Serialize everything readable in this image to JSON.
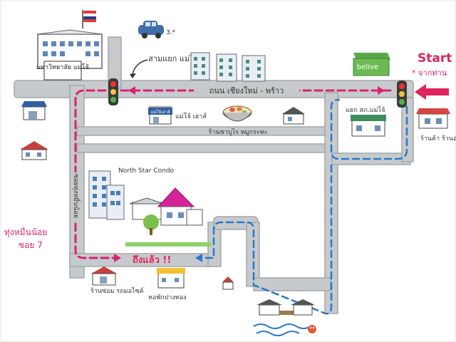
{
  "map": {
    "start_label": "Start",
    "start_sub": "* จากท่าน",
    "main_road": "ถนน เชียงใหม่ - พร้าว",
    "junction_label": "สามแยก แม่โจ้ !",
    "university": "มหาวิทยาลัย แม่โจ้",
    "car_note": "3.*",
    "belive": "belive",
    "shop1": "แม่โจ้ เฮาส์",
    "shop1_sign": "แม่โจ้เฮาส์",
    "shabu": "ร้านชาบูไร หมูกระทะ",
    "sakon": "แยก สภ.แม่โจ้",
    "food_shop": "ร้านค้า ร้านอาหารต่างๆ",
    "northstar": "North Star Condo",
    "soi_vertical": "ซอยทุ่งหมื่นน้อย",
    "tung": "ทุ่งหมื่นน้อย",
    "soi7": "ซอย 7",
    "arrived": "ถึงแล้ว !!",
    "moto": "ร้านซ่อม รถมอไซค์",
    "dorm": "หอพักปางทอง"
  },
  "colors": {
    "road": "#c4c7ca",
    "road_edge": "#9ea2a6",
    "route_pink": "#d6246e",
    "route_blue": "#2a78c9",
    "accent_red": "#e0245e",
    "roof_pink": "#d6249b",
    "grass": "#7cbf4a"
  }
}
